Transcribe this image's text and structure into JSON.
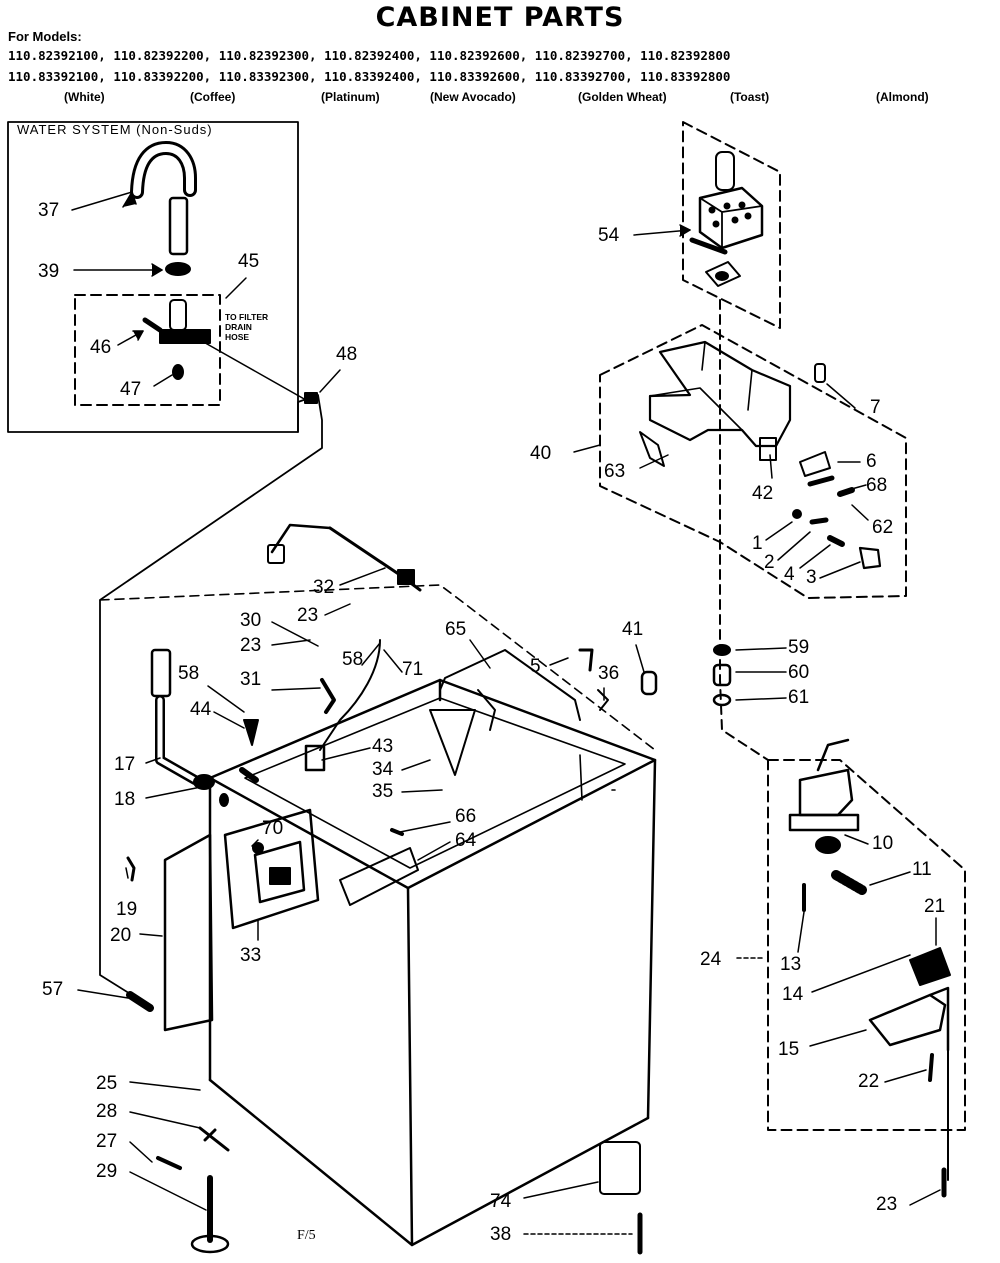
{
  "title": "CABINET PARTS",
  "for_models_label": "For Models:",
  "models_row_1": "110.82392100, 110.82392200, 110.82392300, 110.82392400, 110.82392600, 110.82392700, 110.82392800",
  "models_row_2": "110.83392100, 110.83392200, 110.83392300, 110.83392400, 110.83392600, 110.83392700, 110.83392800",
  "colors": [
    "(White)",
    "(Coffee)",
    "(Platinum)",
    "(New Avocado)",
    "(Golden Wheat)",
    "(Toast)",
    "(Almond)"
  ],
  "water_system_label": "WATER SYSTEM (Non-Suds)",
  "filter_note": "TO FILTER\nDRAIN\nHOSE",
  "page_number": "F/5",
  "callouts": [
    "37",
    "39",
    "45",
    "46",
    "47",
    "48",
    "54",
    "7",
    "40",
    "63",
    "6",
    "68",
    "42",
    "62",
    "1",
    "2",
    "4",
    "3",
    "32",
    "23",
    "30",
    "23",
    "58",
    "71",
    "65",
    "5",
    "36",
    "41",
    "59",
    "60",
    "61",
    "58",
    "31",
    "17",
    "44",
    "43",
    "34",
    "35",
    "18",
    "66",
    "64",
    "70",
    "10",
    "11",
    "19",
    "20",
    "21",
    "33",
    "13",
    "24",
    "14",
    "57",
    "15",
    "22",
    "25",
    "28",
    "27",
    "29",
    "74",
    "38",
    "23"
  ]
}
